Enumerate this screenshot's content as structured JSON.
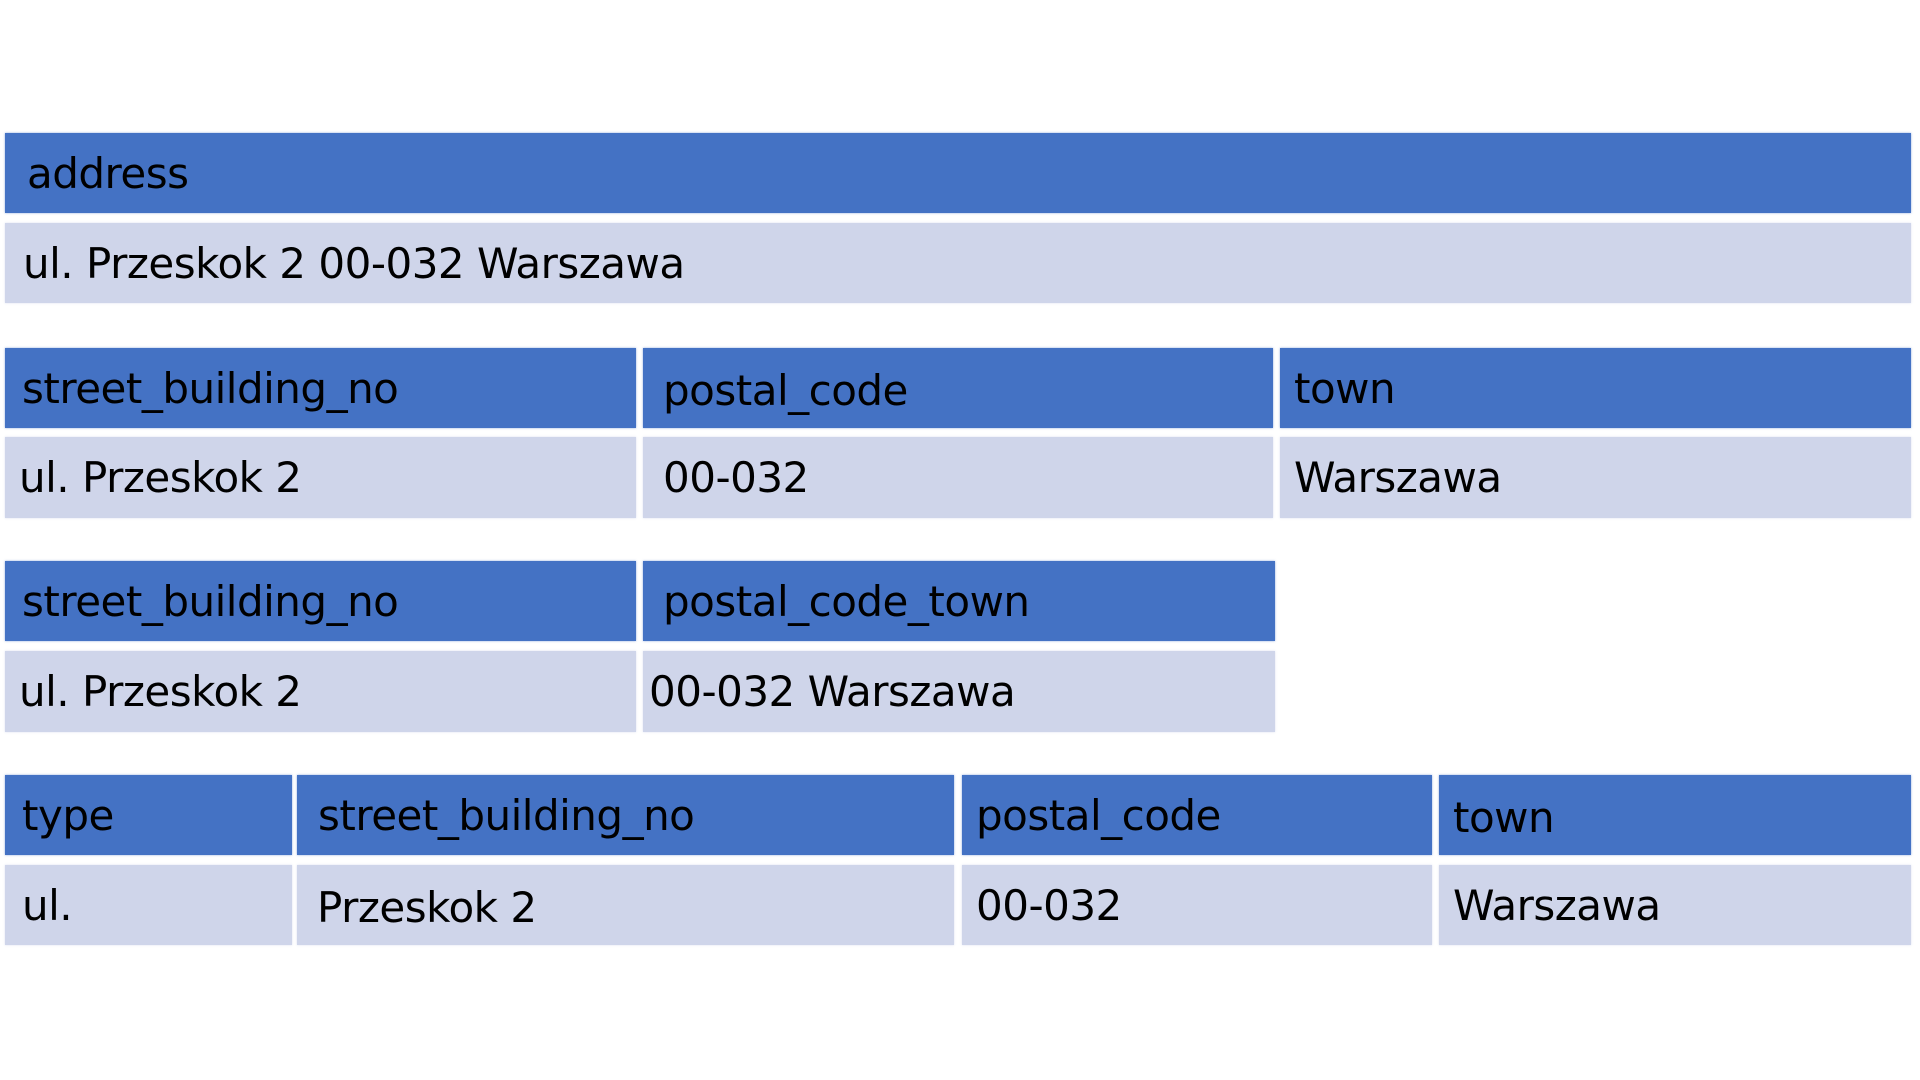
{
  "colors": {
    "header_bg": "#4472C4",
    "row_bg": "#CFD5EA",
    "text": "#000000"
  },
  "tables": [
    {
      "name": "single-column",
      "headers": [
        "address"
      ],
      "rows": [
        [
          "ul. Przeskok 2 00-032 Warszawa"
        ]
      ]
    },
    {
      "name": "three-column",
      "headers": [
        "street_building_no",
        "postal_code",
        "town"
      ],
      "rows": [
        [
          "ul. Przeskok 2",
          "00-032",
          "Warszawa"
        ]
      ]
    },
    {
      "name": "two-column",
      "headers": [
        "street_building_no",
        "postal_code_town"
      ],
      "rows": [
        [
          "ul. Przeskok 2",
          "00-032 Warszawa"
        ]
      ]
    },
    {
      "name": "four-column",
      "headers": [
        "type",
        "street_building_no",
        "postal_code",
        "town"
      ],
      "rows": [
        [
          "ul.",
          "Przeskok 2",
          "00-032",
          "Warszawa"
        ]
      ]
    }
  ]
}
